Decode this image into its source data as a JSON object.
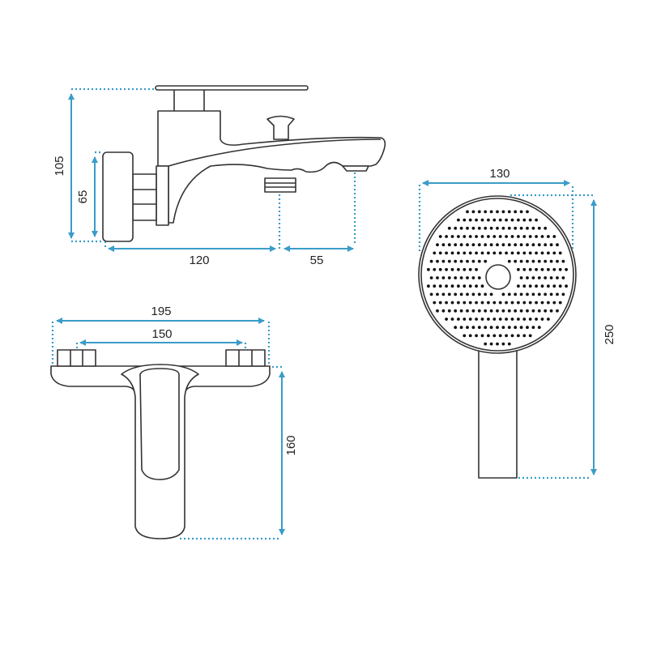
{
  "diagram": {
    "dimension_color": "#3a9cc8",
    "side_view": {
      "total_height": "105",
      "flange_height": "65",
      "wall_to_outlet": "120",
      "outlet_spacing": "55"
    },
    "top_view": {
      "overall_width": "195",
      "connector_spacing": "150",
      "projection": "160"
    },
    "hand_shower": {
      "head_diameter": "130",
      "total_length": "250"
    }
  }
}
